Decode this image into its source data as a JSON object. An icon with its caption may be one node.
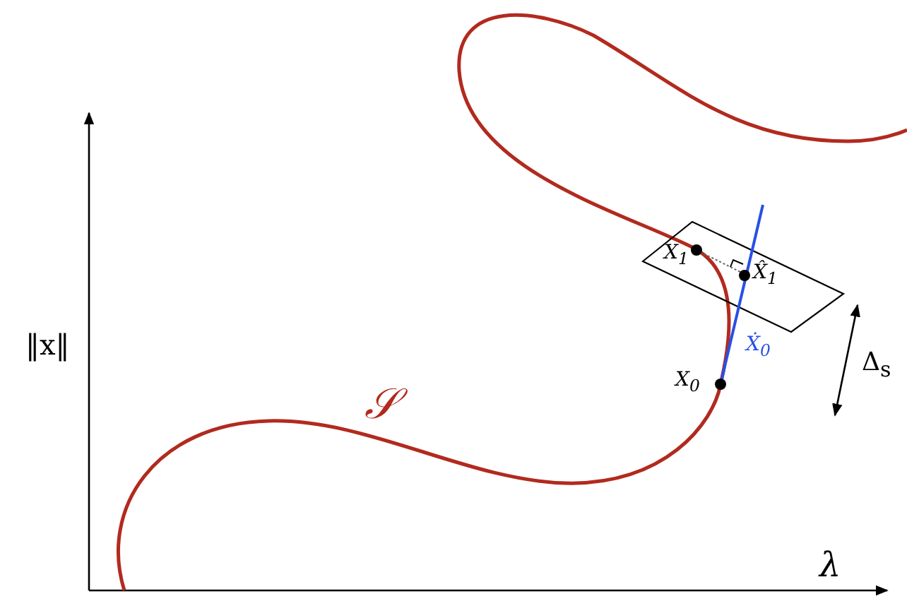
{
  "diagram": {
    "labels": [
      "‖x‖",
      "λ",
      "𝒮",
      "X$_{1}$",
      "X̂$_{1}$",
      "Ẋ$_{0}$",
      "X$_{0}$",
      "Δ$_{s}$"
    ]
  }
}
